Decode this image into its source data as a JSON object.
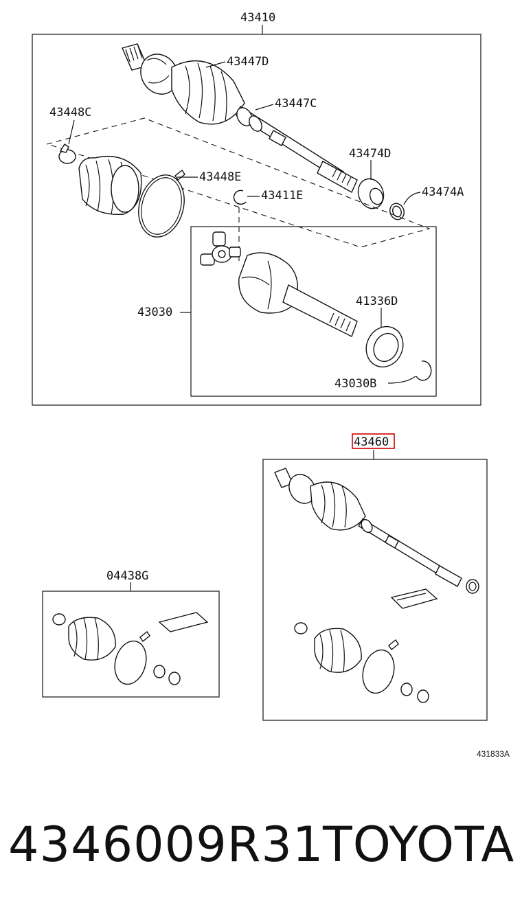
{
  "labels": {
    "assy_43410": "43410",
    "boot_43447d": "43447D",
    "clamp_43447c": "43447C",
    "clamp_43448c": "43448C",
    "clamp_43448e": "43448E",
    "ring_43411e": "43411E",
    "bearing_43474d": "43474D",
    "ring_43474a": "43474A",
    "joint_43030": "43030",
    "seal_41336d": "41336D",
    "ring_43030b": "43030B",
    "assy_43460": "43460",
    "kit_04438g": "04438G"
  },
  "figure_id": "431833A",
  "caption": {
    "part_number": "4346009R31",
    "brand": "TOYOTA"
  },
  "highlight_color": "#cc0000"
}
